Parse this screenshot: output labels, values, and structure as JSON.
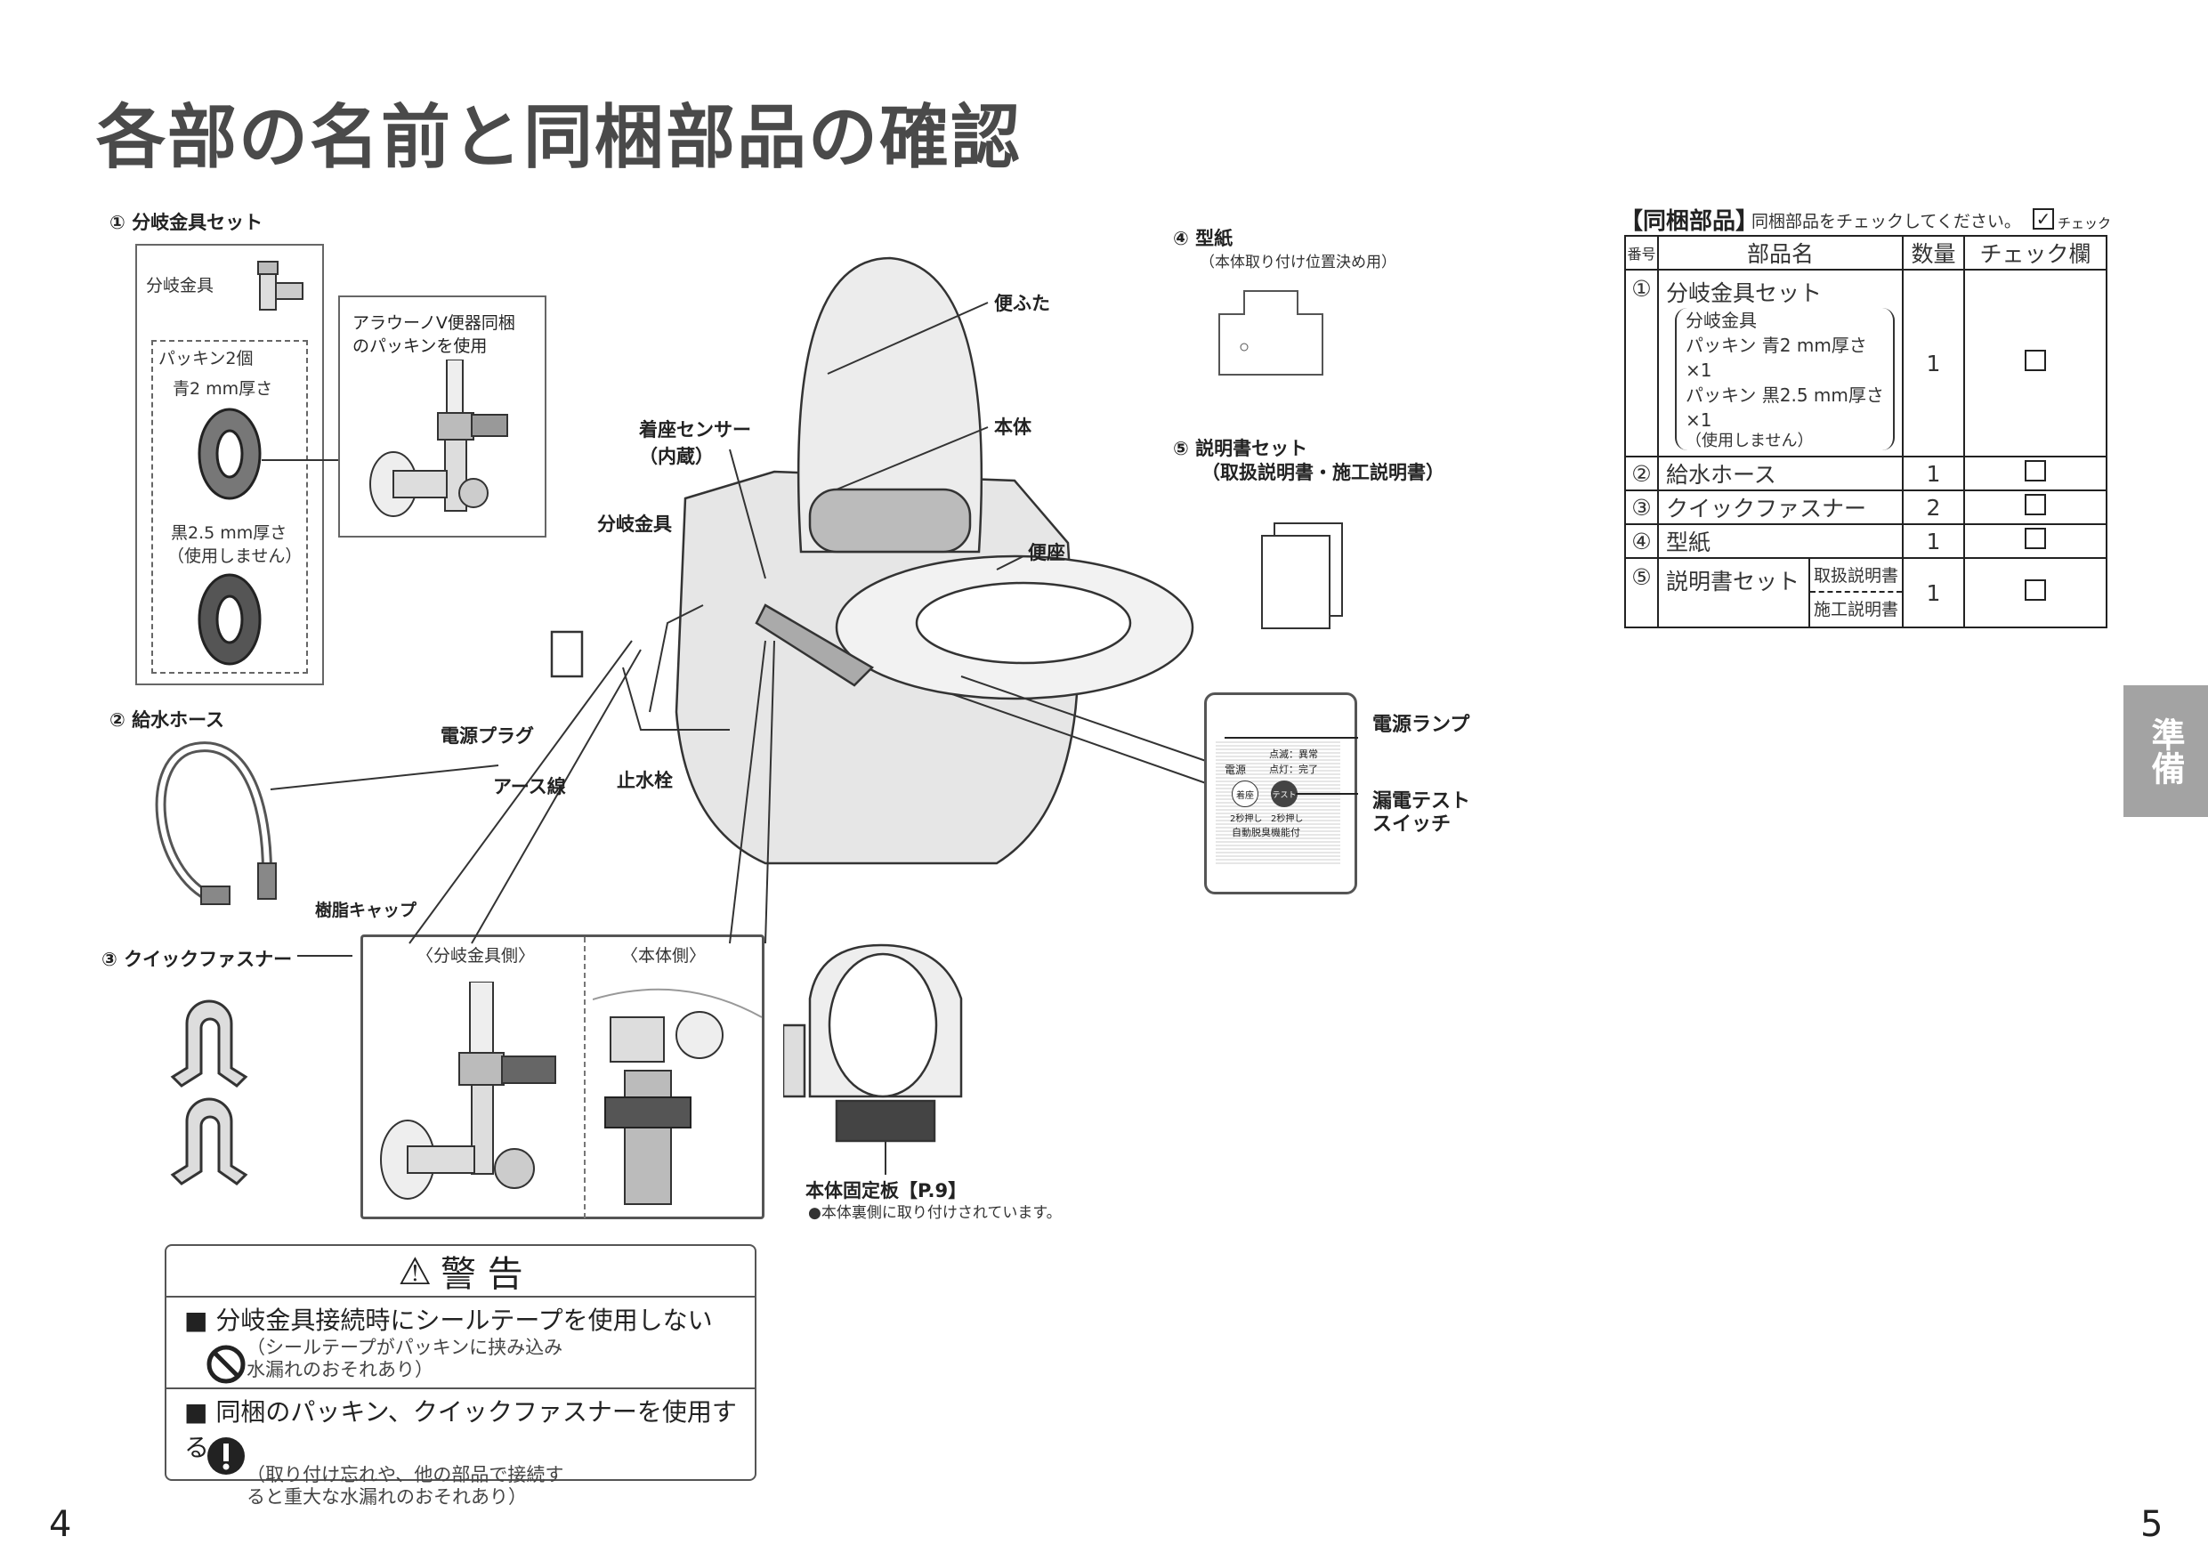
{
  "title": "各部の名前と同梱部品の確認",
  "left": {
    "item1": {
      "label": "① 分岐金具セット",
      "fitting": "分岐金具",
      "packing_count": "パッキン2個",
      "blue": "青2 mm厚さ",
      "black": "黒2.5 mm厚さ",
      "black_note": "（使用しません）"
    },
    "inset": {
      "line1": "アラウーノV便器同梱",
      "line2": "のパッキンを使用"
    },
    "item2": {
      "label": "② 給水ホース",
      "cap": "樹脂キャップ"
    },
    "item3": {
      "label": "③ クイックファスナー",
      "side_fitting": "〈分岐金具側〉",
      "side_body": "〈本体側〉"
    }
  },
  "diagram": {
    "lid": "便ふた",
    "body": "本体",
    "sensor": "着座センサー",
    "sensor_note": "（内蔵）",
    "fitting": "分岐金具",
    "seat": "便座",
    "plug": "電源プラグ",
    "earth": "アース線",
    "valve": "止水栓"
  },
  "plate": {
    "label": "本体固定板【P.9】",
    "note": "●本体裏側に取り付けされています。"
  },
  "item4": {
    "label": "④ 型紙",
    "note": "（本体取り付け位置決め用）"
  },
  "item5": {
    "label": "⑤ 説明書セット",
    "note": "（取扱説明書・施工説明書）"
  },
  "panel": {
    "lamp": "電源ランプ",
    "switch1": "漏電テスト",
    "switch2": "スイッチ",
    "blink": "点滅：異常",
    "lit": "点灯：完了",
    "power": "電源",
    "seat_btn": "着座",
    "test_btn": "テスト",
    "press1": "2秒押し",
    "press2": "2秒押し",
    "deodor": "自動脱臭機能付"
  },
  "warning": {
    "title": "警 告",
    "s1": {
      "title": "■ 分岐金具接続時にシールテープを使用しない",
      "d1": "（シールテープがパッキンに挟み込み",
      "d2": "水漏れのおそれあり）"
    },
    "s2": {
      "title": "■ 同梱のパッキン、クイックファスナーを使用する",
      "d1": "（取り付け忘れや、他の部品で接続す",
      "d2": "ると重大な水漏れのおそれあり）"
    }
  },
  "table": {
    "title": "【同梱部品】",
    "instruction": "同梱部品をチェックしてください。",
    "check_hint": "チェック",
    "headers": [
      "番号",
      "部品名",
      "数量",
      "チェック欄"
    ],
    "rows": [
      {
        "no": "①",
        "name": "分岐金具セット",
        "sub": [
          "分岐金具",
          "パッキン 青2 mm厚さ×1",
          "パッキン 黒2.5 mm厚さ×1",
          "（使用しません）"
        ],
        "qty": "1"
      },
      {
        "no": "②",
        "name": "給水ホース",
        "qty": "1"
      },
      {
        "no": "③",
        "name": "クイックファスナー",
        "qty": "2"
      },
      {
        "no": "④",
        "name": "型紙",
        "qty": "1"
      },
      {
        "no": "⑤",
        "name": "説明書セット",
        "sub": [
          "取扱説明書",
          "施工説明書"
        ],
        "qty": "1"
      }
    ]
  },
  "side_tab": "準備",
  "page_left": "4",
  "page_right": "5"
}
